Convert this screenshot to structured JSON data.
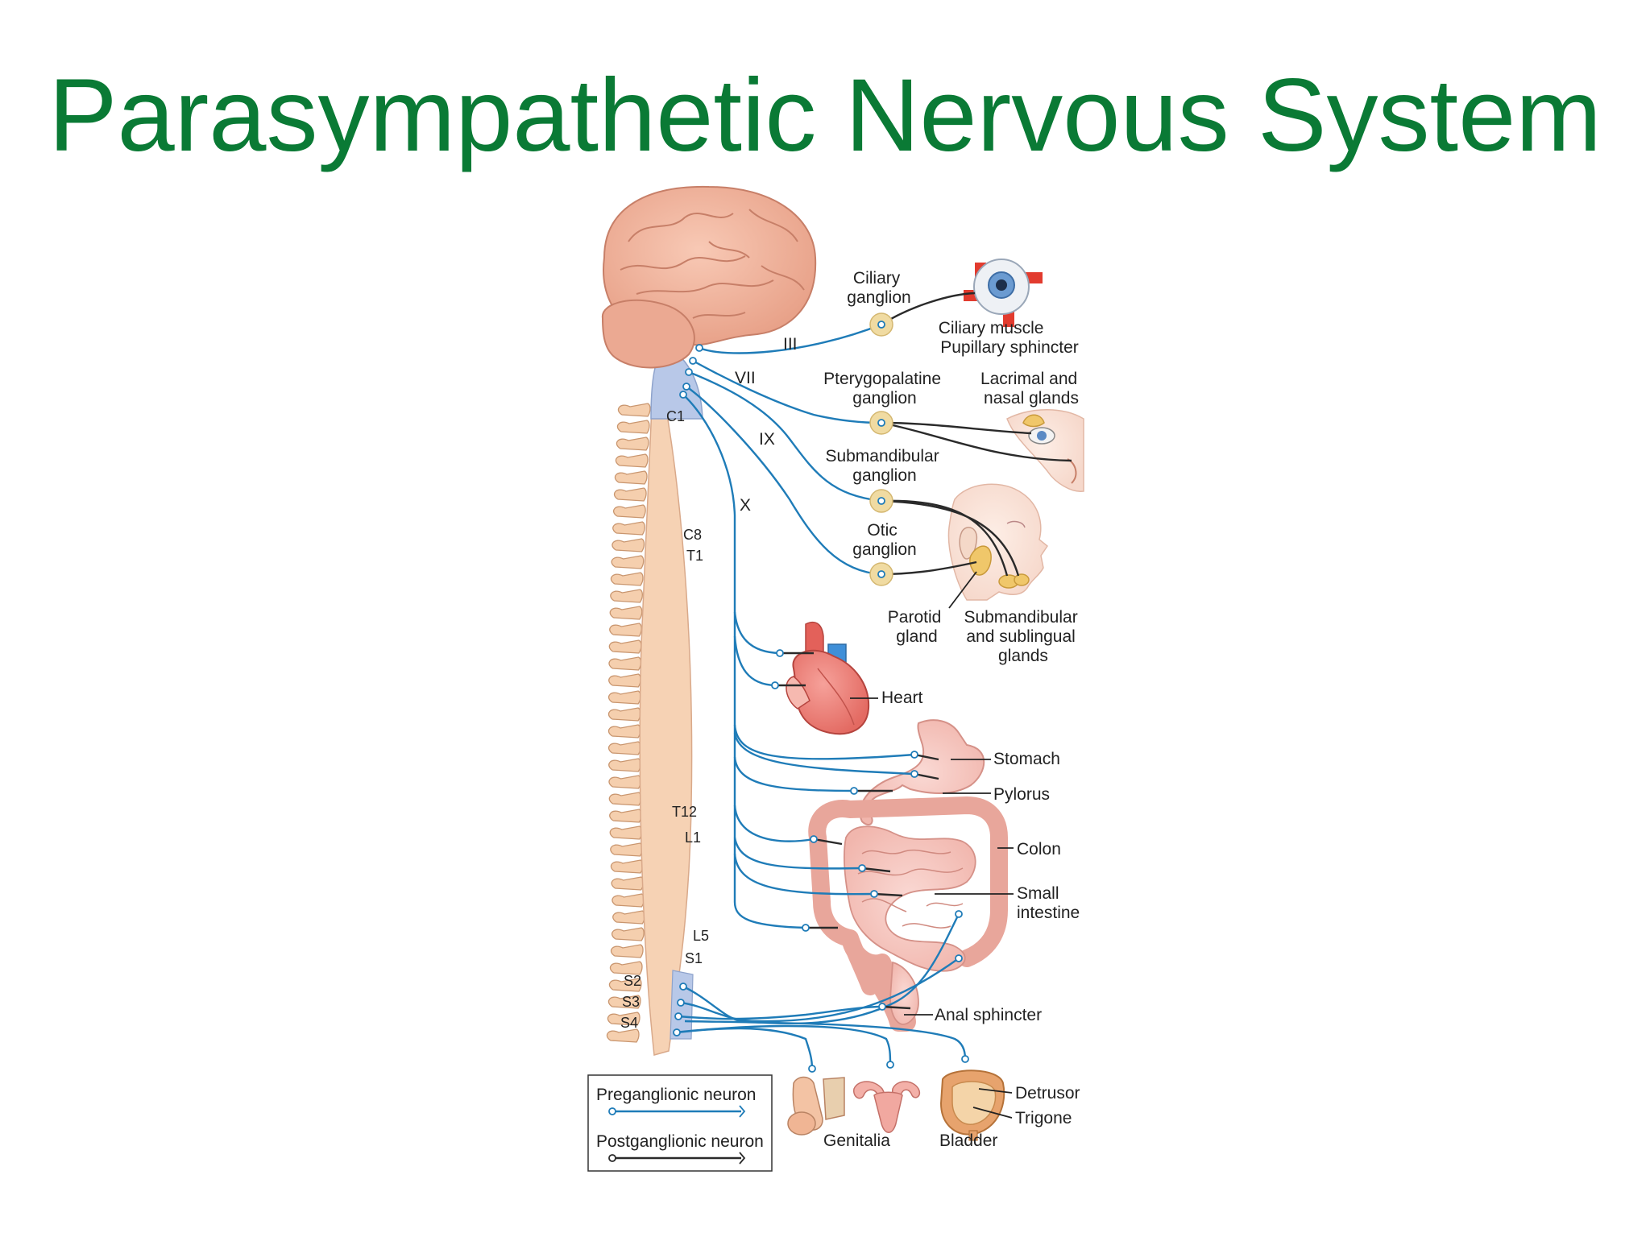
{
  "title": "Parasympathetic Nervous System",
  "nerves": {
    "iii": "III",
    "vii": "VII",
    "ix": "IX",
    "x": "X"
  },
  "segments": {
    "c1": "C1",
    "c8": "C8",
    "t1": "T1",
    "t12": "T12",
    "l1": "L1",
    "l5": "L5",
    "s1": "S1",
    "s2": "S2",
    "s3": "S3",
    "s4": "S4"
  },
  "labels": {
    "ciliary_ganglion": [
      "Ciliary",
      "ganglion"
    ],
    "ciliary_muscle": [
      "Ciliary muscle",
      "Pupillary sphincter"
    ],
    "pterygopalatine_ganglion": [
      "Pterygopalatine",
      "ganglion"
    ],
    "lacrimal_nasal": [
      "Lacrimal and",
      "nasal glands"
    ],
    "submandibular_ganglion": [
      "Submandibular",
      "ganglion"
    ],
    "otic_ganglion": [
      "Otic",
      "ganglion"
    ],
    "parotid_gland": [
      "Parotid",
      "gland"
    ],
    "submandibular_sublingual": [
      "Submandibular",
      "and sublingual",
      "glands"
    ],
    "heart": "Heart",
    "stomach": "Stomach",
    "pylorus": "Pylorus",
    "colon": "Colon",
    "small_intestine": [
      "Small",
      "intestine"
    ],
    "anal_sphincter": "Anal sphincter",
    "detrusor": "Detrusor",
    "trigone": "Trigone",
    "genitalia": "Genitalia",
    "bladder": "Bladder"
  },
  "legend": {
    "preganglionic": "Preganglionic neuron",
    "postganglionic": "Postganglionic neuron"
  },
  "colors": {
    "title": "#0a7a35",
    "preganglionic": "#1f7cb8",
    "postganglionic": "#2a2a2a",
    "brain": "#f1b199",
    "spine": "#f6d2b4",
    "brainstem": "#b8c8e8",
    "ganglion": "#f0dba2"
  }
}
